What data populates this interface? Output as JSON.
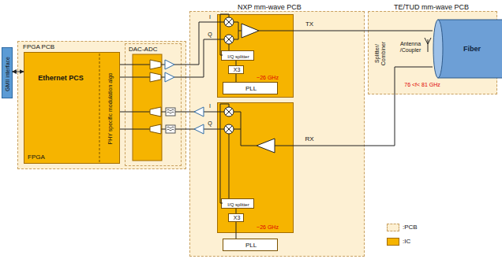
{
  "diagram": {
    "nodes": [
      {
        "text": [
          "GMII interface"
        ]
      },
      {
        "text": [
          "FPGA PCB"
        ]
      },
      {
        "text": [
          "Ethernet PCS",
          "PHY specific modulation algo",
          "FPGA"
        ],
        "in": 1
      },
      {
        "text": [
          "DAC-ADC"
        ],
        "in": 1
      },
      {
        "text": [
          "NXP mm-wave PCB"
        ]
      },
      {
        "text": [
          "~26 GHz"
        ],
        "in": 4
      },
      {
        "text": [
          "I/Q splitter"
        ],
        "in": 5
      },
      {
        "text": [
          "X3"
        ],
        "in": 5
      },
      {
        "text": [
          "PLL"
        ],
        "in": 5
      },
      {
        "text": [
          "~26 GHz"
        ],
        "in": 4
      },
      {
        "text": [
          "I/Q splitter"
        ],
        "in": 9
      },
      {
        "text": [
          "X3"
        ],
        "in": 9
      },
      {
        "text": [
          "PLL"
        ],
        "in": 4
      },
      {
        "text": [
          "TE/TUD mm-wave PCB"
        ]
      },
      {
        "text": [
          "Fiber"
        ],
        "in": 13
      }
    ],
    "edges": [
      {
        "from": 0,
        "to": 2,
        "arrow": "both"
      },
      {
        "from": 2,
        "to": 3,
        "arrow": "none"
      },
      {
        "from": 3,
        "to": 5,
        "arrow": "none"
      },
      {
        "from": 9,
        "to": 3,
        "arrow": "none"
      },
      {
        "from": 8,
        "to": 7,
        "arrow": "none"
      },
      {
        "from": 7,
        "to": 6,
        "arrow": "none"
      },
      {
        "from": 12,
        "to": 11,
        "arrow": "none"
      },
      {
        "from": 11,
        "to": 10,
        "arrow": "none"
      },
      {
        "from": 5,
        "to": 14,
        "arrow": "none"
      },
      {
        "from": 14,
        "to": 9,
        "arrow": "none"
      }
    ],
    "labels": [
      "I",
      "Q",
      "TX",
      "I",
      "Q",
      "RX",
      "Splitter/ Combiner",
      "Antenna /Coupler",
      "76 <f< 81 GHz"
    ],
    "legend": [
      {
        "text": ":PCB",
        "color": "#fdf0d3"
      },
      {
        "text": ":IC",
        "color": "#f6b400"
      }
    ]
  }
}
